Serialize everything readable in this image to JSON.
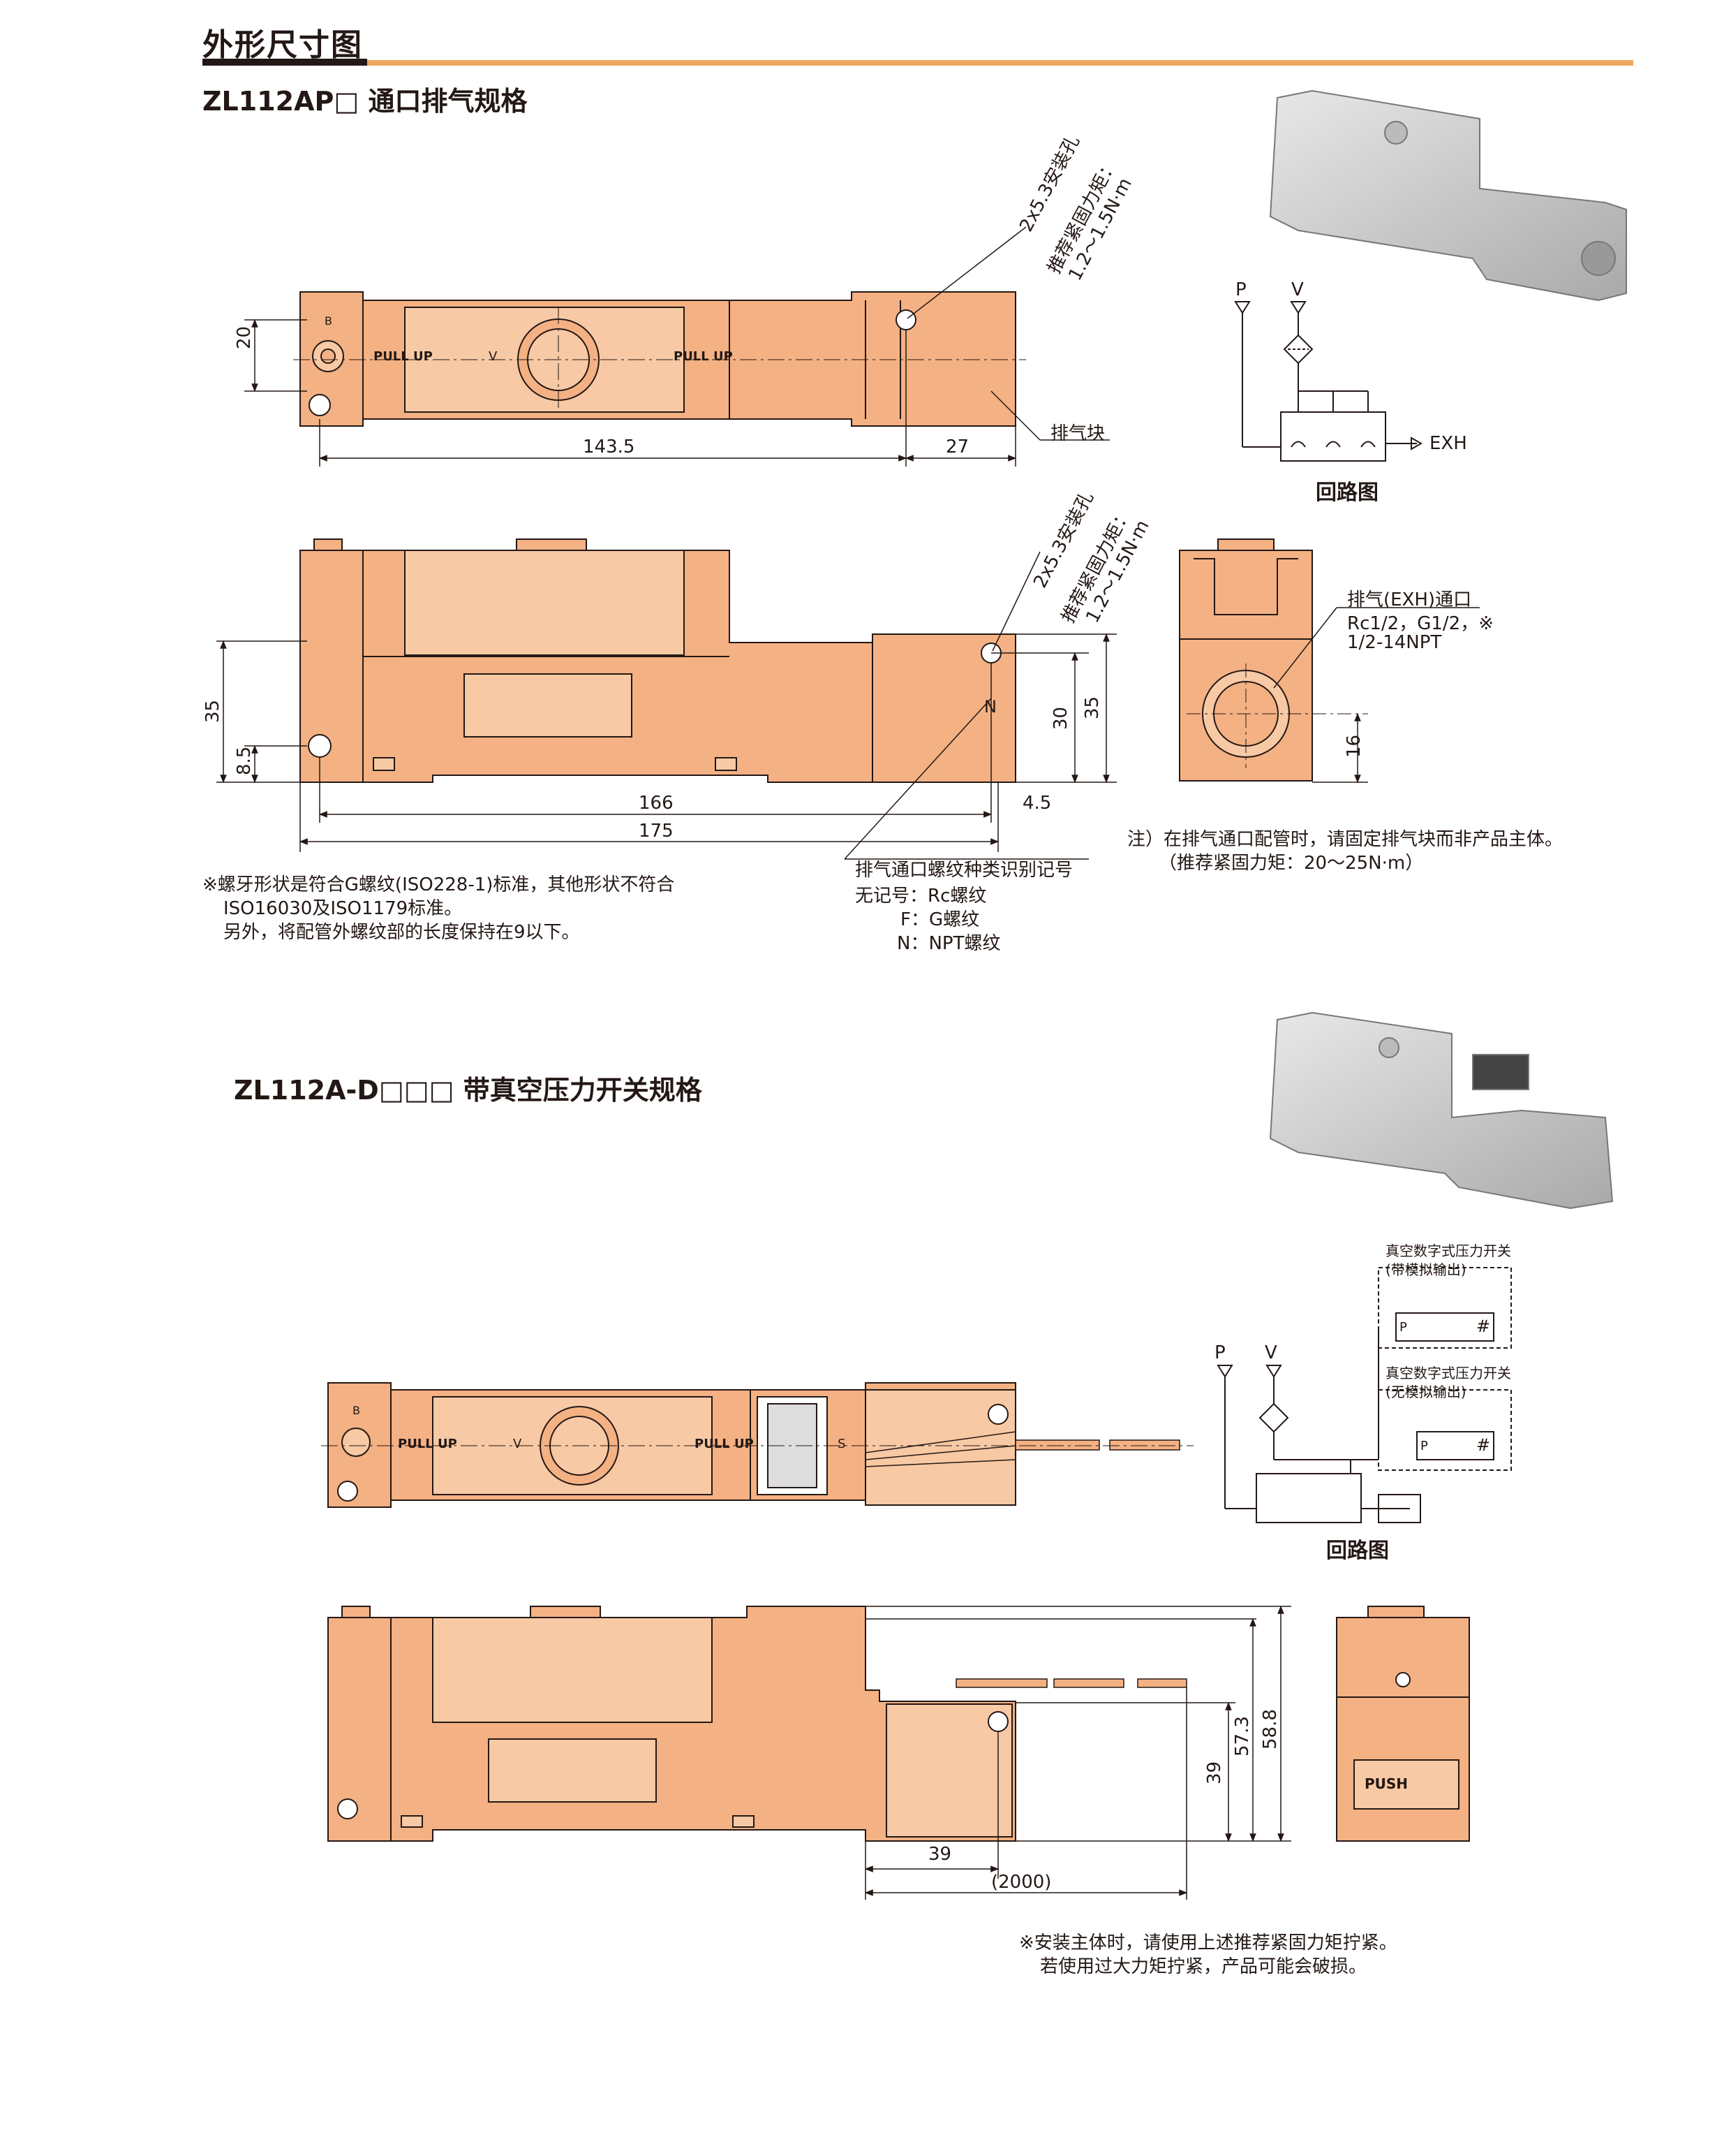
{
  "page": {
    "title": "外形尺寸图"
  },
  "section1": {
    "heading": "ZL112AP□ 通口排气规格",
    "top_view": {
      "label_left": "PULL UP",
      "label_right": "PULL UP",
      "mark_b": "B",
      "mark_v": "V",
      "dim_20": "20",
      "dim_143_5": "143.5",
      "dim_27": "27",
      "callout_exhaust_block": "排气块",
      "callout_holes": "2x5.3安装孔",
      "callout_torque_1": "推荐紧固力矩：",
      "callout_torque_2": "1.2～1.5N·m"
    },
    "front_view": {
      "dim_35_left": "35",
      "dim_8_5": "8.5",
      "dim_166": "166",
      "dim_175": "175",
      "dim_4_5": "4.5",
      "dim_30": "30",
      "dim_35_right": "35",
      "mark_n": "N",
      "callout_holes": "2x5.3安装孔",
      "callout_torque_1": "推荐紧固力矩：",
      "callout_torque_2": "1.2～1.5N·m"
    },
    "side_view": {
      "callout_line1": "排气(EXH)通口",
      "callout_line2": "Rc1/2，G1/2，※",
      "callout_line3": "1/2-14NPT",
      "dim_16": "16"
    },
    "circuit": {
      "port_p": "P",
      "port_v": "V",
      "port_exh": "EXH",
      "caption": "回路图"
    },
    "thread_id": {
      "title": "排气通口螺纹种类识别记号",
      "line1": "无记号：Rc螺纹",
      "line2": "F：G螺纹",
      "line3": "N：NPT螺纹"
    },
    "note_thread": [
      "※螺牙形状是符合G螺纹(ISO228-1)标准，其他形状不符合",
      "ISO16030及ISO1179标准。",
      "另外，将配管外螺纹部的长度保持在9以下。"
    ],
    "note_piping": [
      "注）在排气通口配管时，请固定排气块而非产品主体。",
      "（推荐紧固力矩：20～25N·m）"
    ]
  },
  "section2": {
    "heading": "ZL112A-D□□□ 带真空压力开关规格",
    "top_view": {
      "label_left": "PULL UP",
      "label_right": "PULL UP",
      "mark_b": "B",
      "mark_v": "V",
      "mark_s": "S"
    },
    "front_view": {
      "dim_39_h": "39",
      "dim_57_3": "57.3",
      "dim_58_8": "58.8",
      "dim_39_w": "39",
      "dim_2000": "(2000)"
    },
    "side_view": {
      "push_label": "PUSH"
    },
    "circuit": {
      "switch1_title": "真空数字式压力开关",
      "switch1_sub": "(带模拟输出)",
      "switch2_title": "真空数字式压力开关",
      "switch2_sub": "(无模拟输出)",
      "port_p": "P",
      "port_v": "V",
      "mark_hash": "#",
      "switch_p": "P",
      "caption": "回路图"
    },
    "note": [
      "※安装主体时，请使用上述推荐紧固力矩拧紧。",
      "若使用过大力矩拧紧，产品可能会破损。"
    ]
  },
  "colors": {
    "body_fill": "#f4b183",
    "body_fill_light": "#f7c9a4",
    "line": "#231815",
    "accent_rule": "#f0a860"
  }
}
